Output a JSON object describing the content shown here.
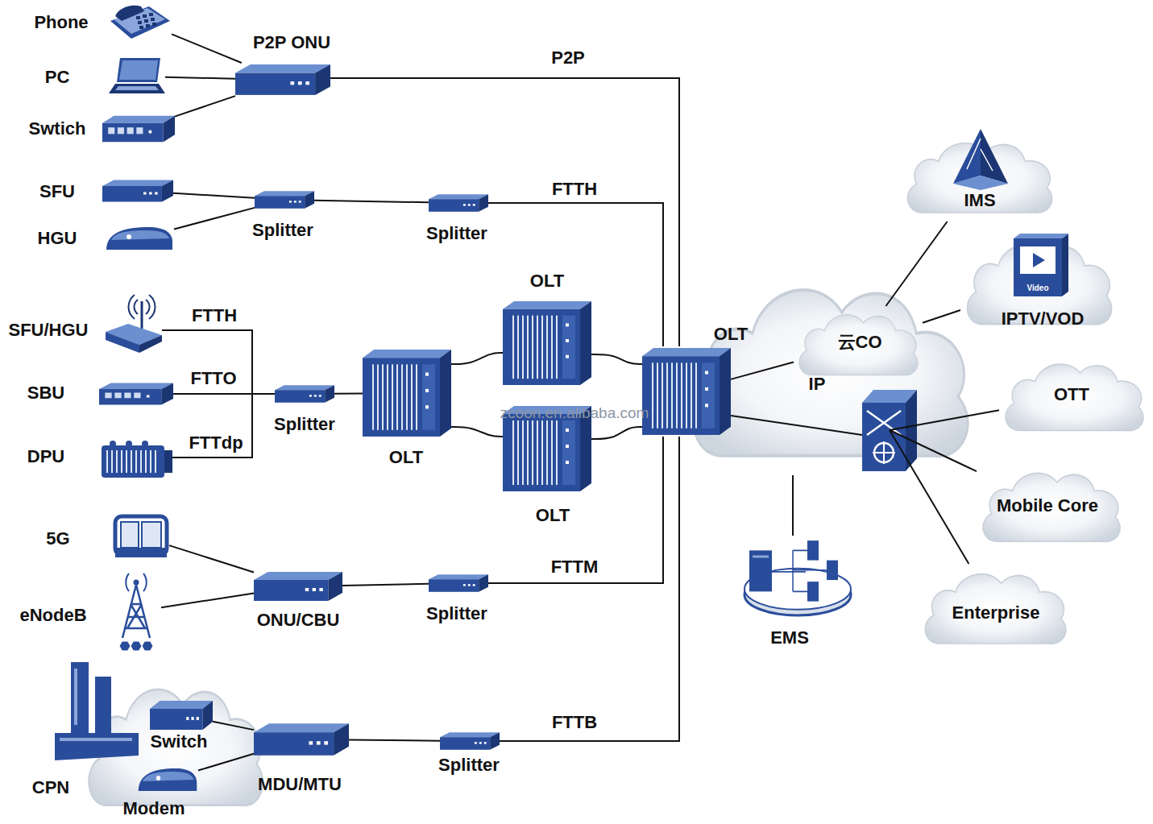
{
  "diagram": {
    "nodes": [
      {
        "text": [
          "Phone"
        ]
      },
      {
        "text": [
          "PC"
        ]
      },
      {
        "text": [
          "Swtich"
        ]
      },
      {
        "text": [
          "P2P ONU"
        ]
      },
      {
        "text": [
          "SFU"
        ]
      },
      {
        "text": [
          "HGU"
        ]
      },
      {
        "text": [
          "Splitter"
        ]
      },
      {
        "text": [
          "Splitter"
        ]
      },
      {
        "text": [
          "SFU/HGU"
        ]
      },
      {
        "text": [
          "SBU"
        ]
      },
      {
        "text": [
          "DPU"
        ]
      },
      {
        "text": [
          "Splitter"
        ]
      },
      {
        "text": [
          "OLT"
        ]
      },
      {
        "text": [
          "OLT"
        ]
      },
      {
        "text": [
          "OLT"
        ]
      },
      {
        "text": [
          "5G"
        ]
      },
      {
        "text": [
          "eNodeB"
        ]
      },
      {
        "text": [
          "ONU/CBU"
        ]
      },
      {
        "text": [
          "Splitter"
        ]
      },
      {
        "text": [
          "CPN"
        ]
      },
      {
        "text": [
          "Switch"
        ],
        "in": 19
      },
      {
        "text": [
          "Modem"
        ],
        "in": 19
      },
      {
        "text": [
          "MDU/MTU"
        ]
      },
      {
        "text": [
          "Splitter"
        ]
      },
      {
        "text": [
          "IP"
        ]
      },
      {
        "text": [
          "OLT"
        ],
        "in": 24
      },
      {
        "text": [
          "云CO"
        ],
        "in": 24
      },
      {
        "text": [
          "IMS"
        ]
      },
      {
        "text": [
          "IPTV/VOD"
        ]
      },
      {
        "text": [
          "OTT"
        ]
      },
      {
        "text": [
          "Mobile Core"
        ]
      },
      {
        "text": [
          "Enterprise"
        ]
      },
      {
        "text": [
          "EMS"
        ]
      }
    ],
    "edges": [
      {
        "from": 0,
        "to": 3,
        "arrow": "none"
      },
      {
        "from": 1,
        "to": 3,
        "arrow": "none"
      },
      {
        "from": 2,
        "to": 3,
        "arrow": "none"
      },
      {
        "from": 3,
        "to": 25,
        "label": "P2P",
        "arrow": "none"
      },
      {
        "from": 4,
        "to": 6,
        "arrow": "none"
      },
      {
        "from": 5,
        "to": 6,
        "arrow": "none"
      },
      {
        "from": 6,
        "to": 7,
        "arrow": "none"
      },
      {
        "from": 7,
        "to": 25,
        "label": "FTTH",
        "arrow": "none"
      },
      {
        "from": 8,
        "to": 11,
        "label": "FTTH",
        "arrow": "none"
      },
      {
        "from": 9,
        "to": 11,
        "label": "FTTO",
        "arrow": "none"
      },
      {
        "from": 10,
        "to": 11,
        "label": "FTTdp",
        "arrow": "none"
      },
      {
        "from": 11,
        "to": 12,
        "arrow": "none"
      },
      {
        "from": 12,
        "to": 13,
        "arrow": "none"
      },
      {
        "from": 12,
        "to": 14,
        "arrow": "none"
      },
      {
        "from": 13,
        "to": 25,
        "arrow": "none"
      },
      {
        "from": 14,
        "to": 25,
        "arrow": "none"
      },
      {
        "from": 15,
        "to": 17,
        "arrow": "none"
      },
      {
        "from": 16,
        "to": 17,
        "arrow": "none"
      },
      {
        "from": 17,
        "to": 18,
        "arrow": "none"
      },
      {
        "from": 18,
        "to": 25,
        "label": "FTTM",
        "arrow": "none"
      },
      {
        "from": 20,
        "to": 22,
        "arrow": "none"
      },
      {
        "from": 21,
        "to": 22,
        "arrow": "none"
      },
      {
        "from": 22,
        "to": 23,
        "arrow": "none"
      },
      {
        "from": 23,
        "to": 25,
        "label": "FTTB",
        "arrow": "none"
      },
      {
        "from": 25,
        "to": 26,
        "arrow": "none"
      },
      {
        "from": 26,
        "to": 27,
        "arrow": "none"
      },
      {
        "from": 26,
        "to": 28,
        "arrow": "none"
      },
      {
        "from": 24,
        "to": 29,
        "arrow": "none"
      },
      {
        "from": 24,
        "to": 30,
        "arrow": "none"
      },
      {
        "from": 24,
        "to": 31,
        "arrow": "none"
      },
      {
        "from": 24,
        "to": 32,
        "arrow": "none"
      }
    ],
    "labels": [
      "zcoon.en.alibaba.com",
      "Video"
    ]
  }
}
